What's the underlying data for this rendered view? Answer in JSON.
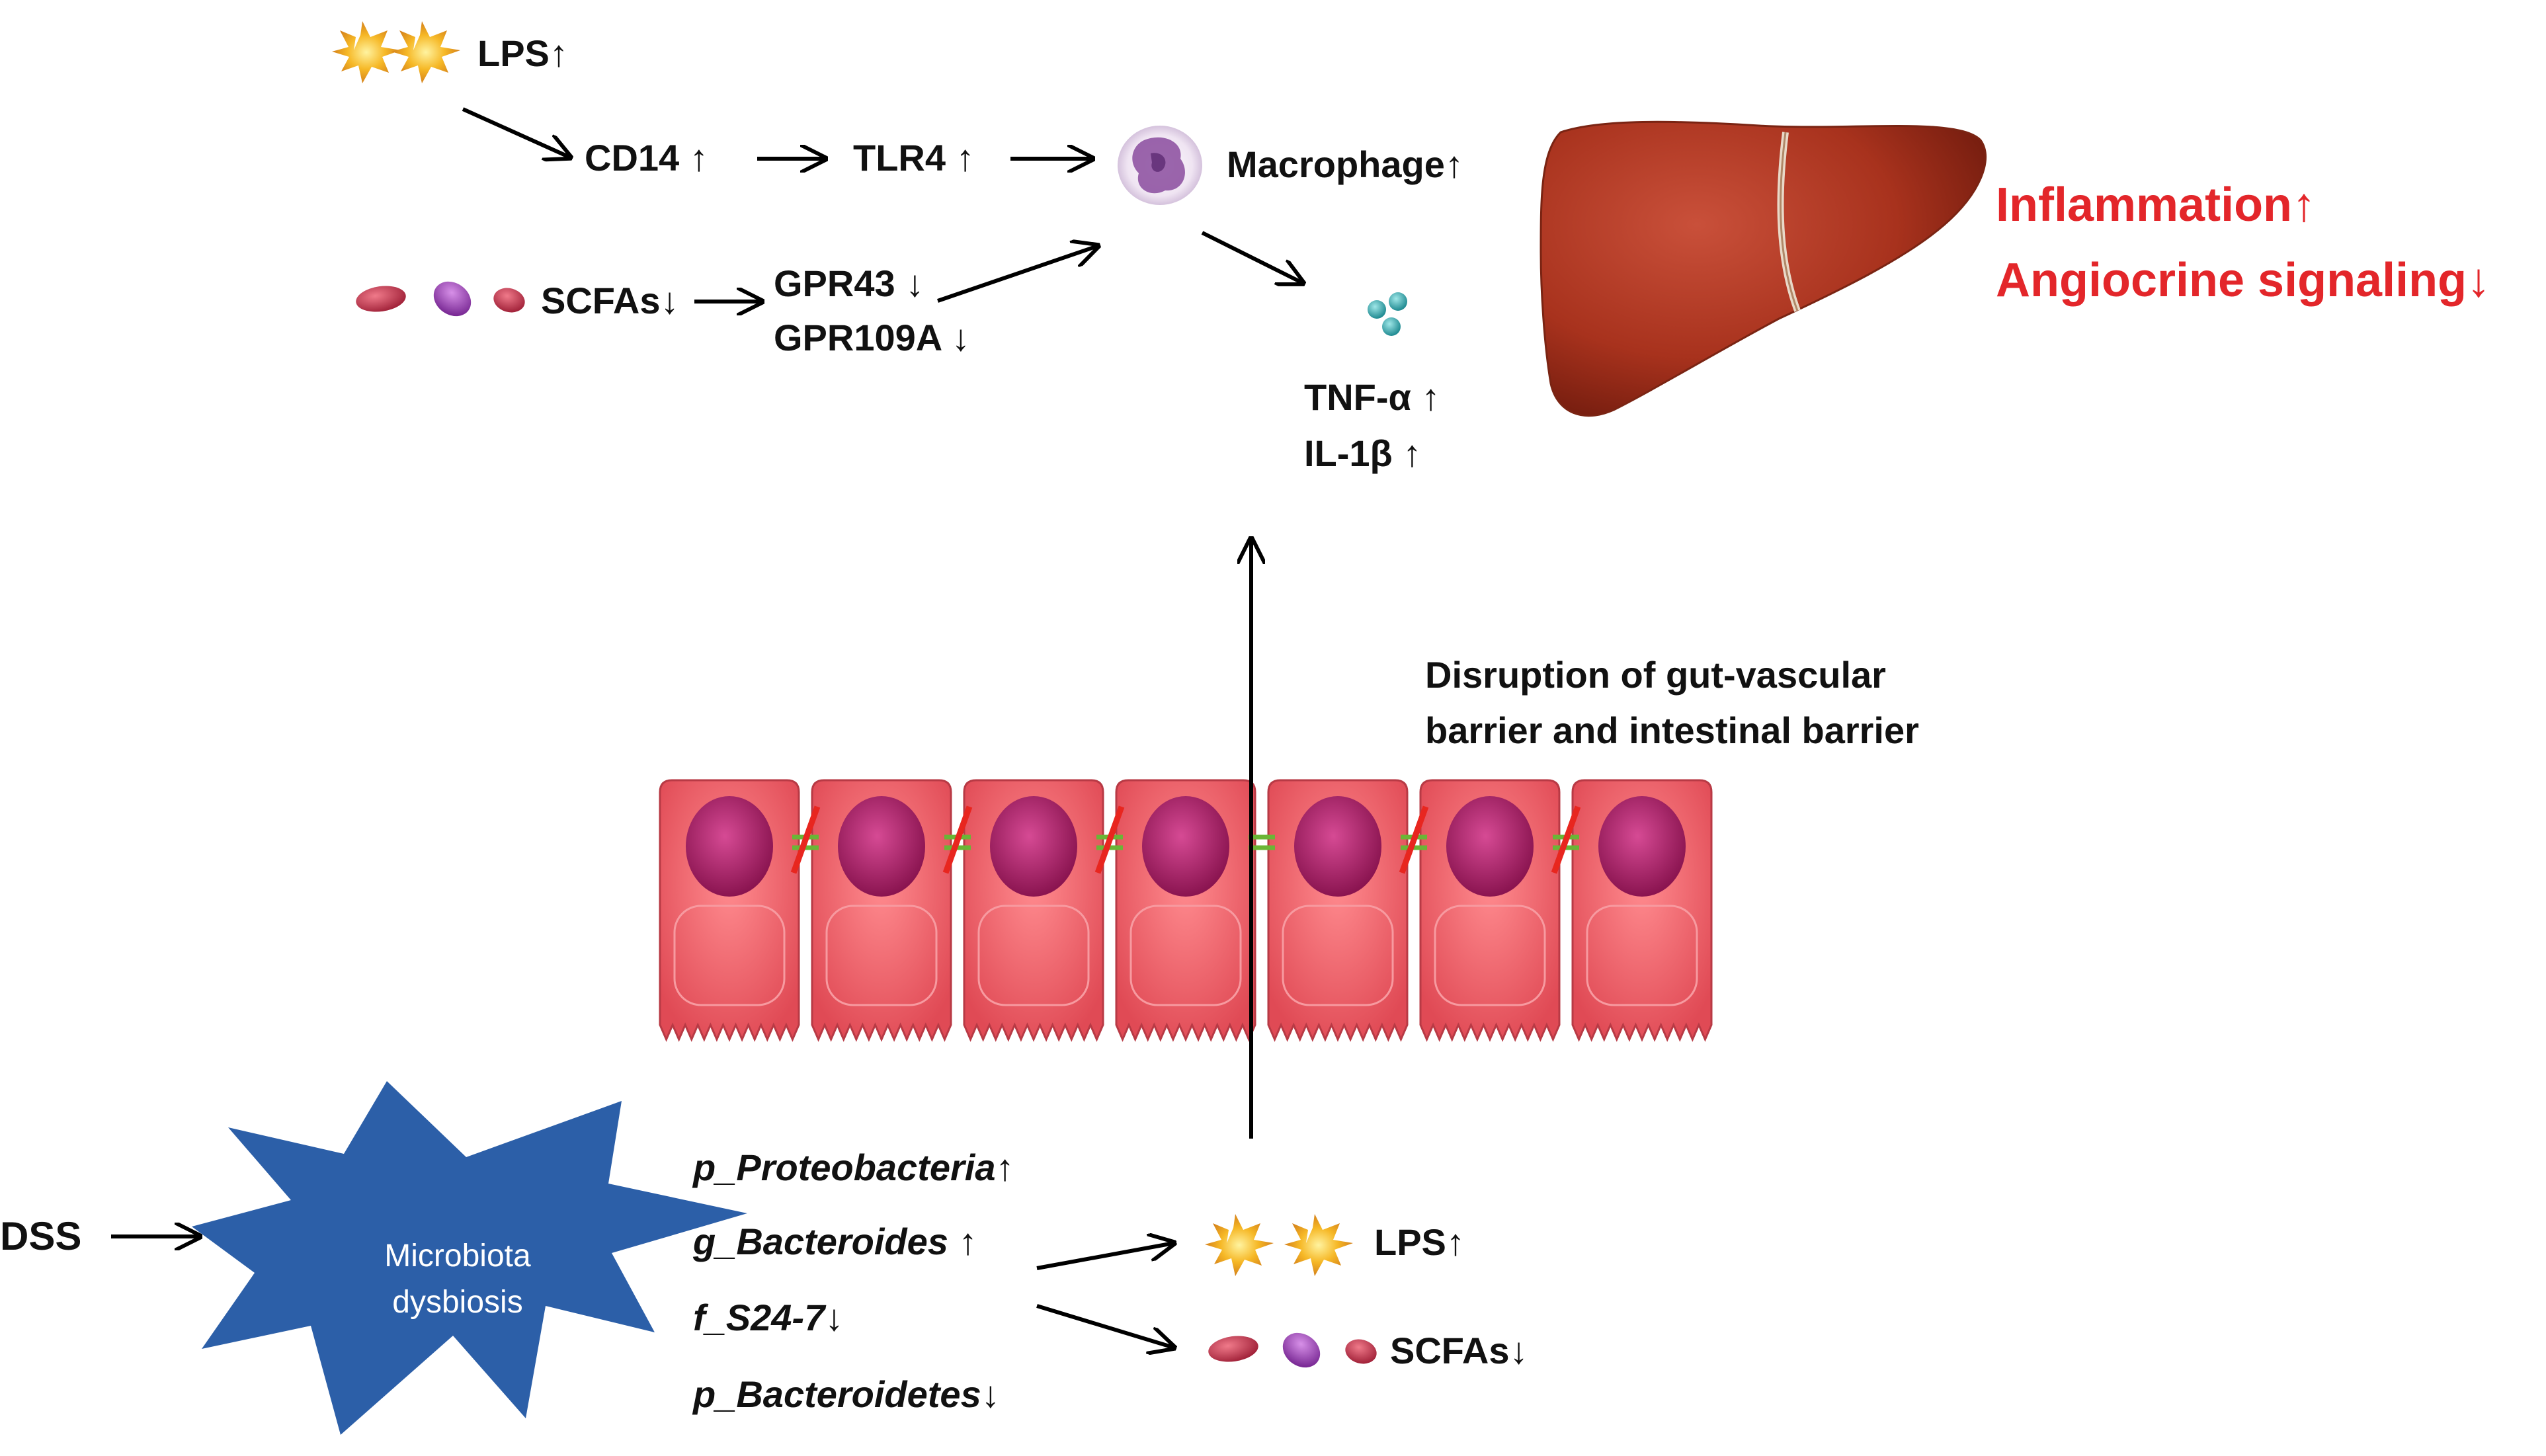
{
  "top_pathway": {
    "lps": "LPS↑",
    "cd14": "CD14 ↑",
    "tlr4": "TLR4 ↑",
    "macrophage": "Macrophage↑",
    "scfas": "SCFAs↓",
    "gpr43": "GPR43 ↓",
    "gpr109a": "GPR109A ↓",
    "tnf": "TNF-α ↑",
    "il1b": "IL-1β ↑"
  },
  "liver_effects": {
    "inflammation": "Inflammation↑",
    "angiocrine": "Angiocrine signaling↓"
  },
  "barrier": {
    "line1": "Disruption of gut-vascular",
    "line2": "barrier and intestinal barrier"
  },
  "bottom": {
    "dss": "DSS",
    "microbiota_line1": "Microbiota",
    "microbiota_line2": "dysbiosis",
    "taxa": [
      "p_Proteobacteria↑",
      "g_Bacteroides ↑",
      "f_S24-7↓",
      "p_Bacteroidetes↓"
    ],
    "lps": "LPS↑",
    "scfas": "SCFAs↓"
  },
  "colors": {
    "red_text": "#e3262a",
    "liver": "#a8321d",
    "cell": "#f0606a",
    "nucleus": "#b8246e",
    "starburst": "#2c5fa8",
    "junction_intact": "#6ab536",
    "junction_broken": "#e8261f"
  }
}
